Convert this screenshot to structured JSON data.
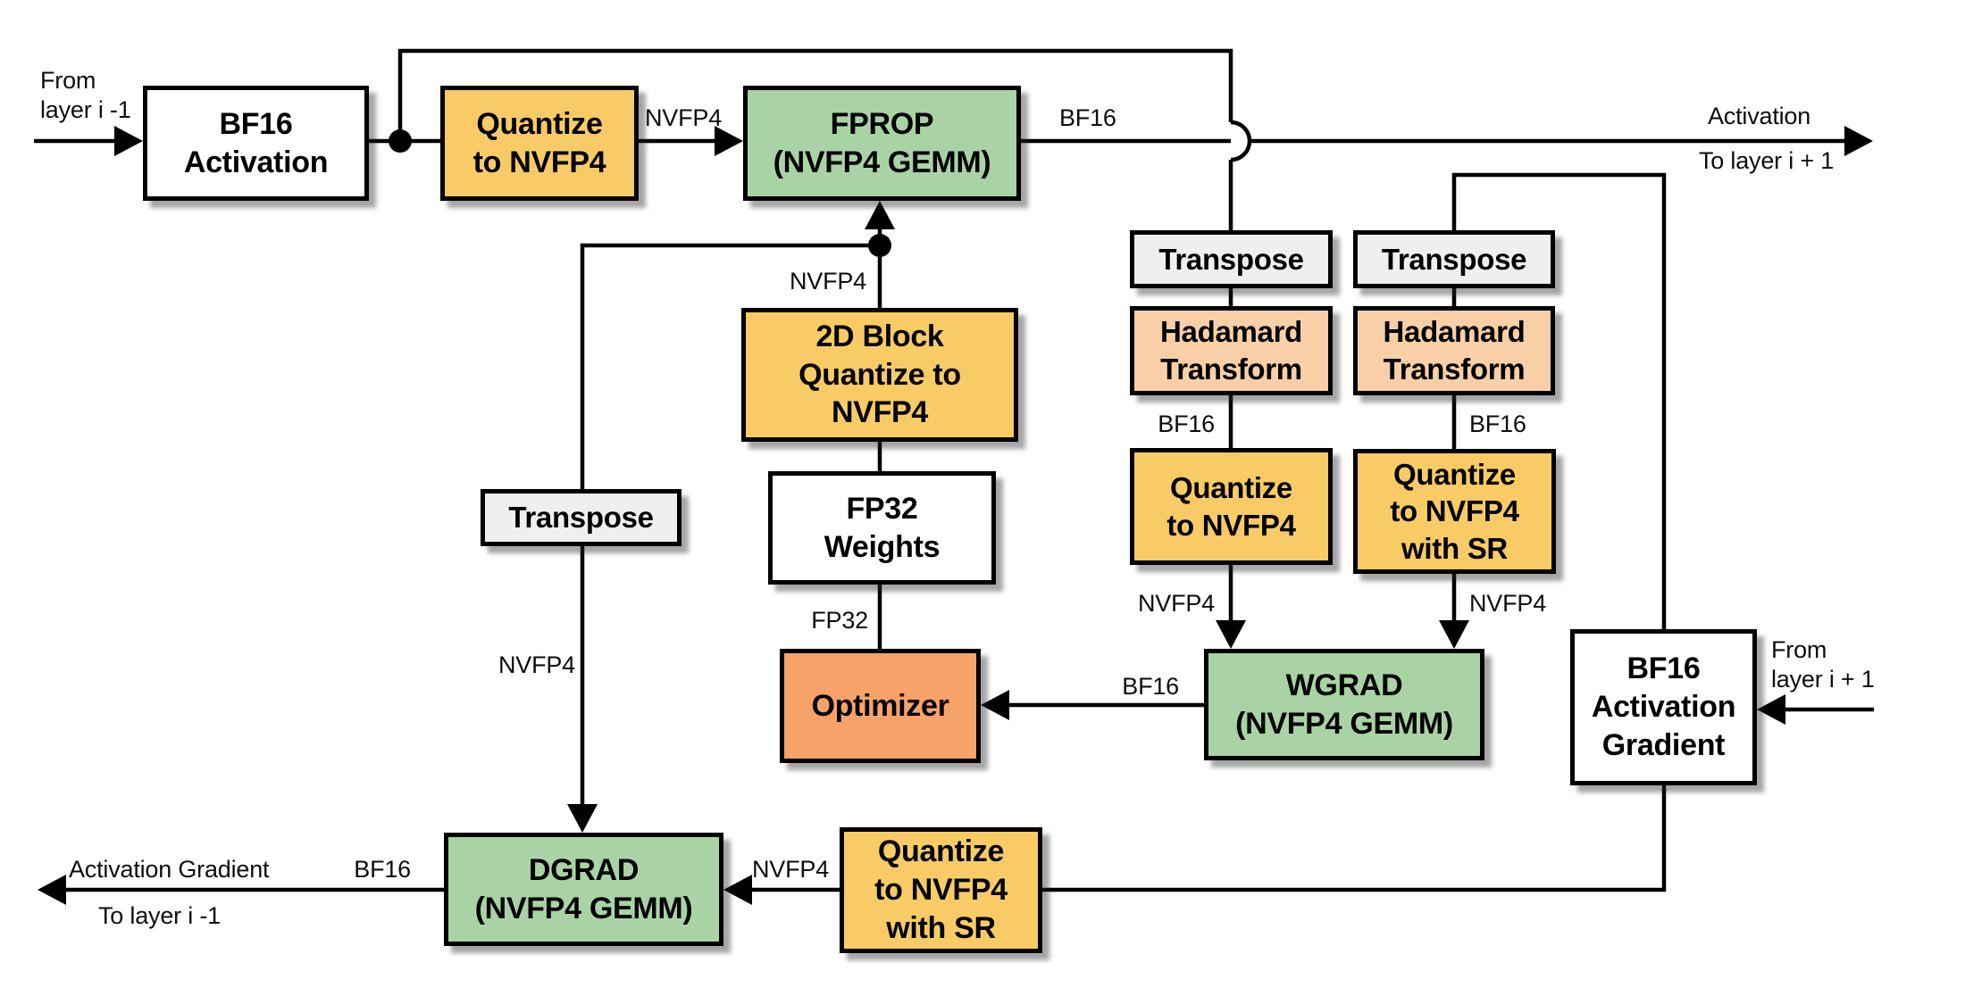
{
  "colors": {
    "yellow": "#F9CB66",
    "green": "#A9D3A4",
    "peach": "#F9CFA7",
    "orange": "#F7A269",
    "gray": "#EFEFEF",
    "white": "#FFFFFF",
    "line": "#000000"
  },
  "boxes": {
    "bf16_activation": {
      "label": "BF16\nActivation",
      "fill": "white"
    },
    "quantize_to_nvfp4_fprop": {
      "label": "Quantize\nto NVFP4",
      "fill": "yellow"
    },
    "fprop": {
      "label": "FPROP\n(NVFP4 GEMM)",
      "fill": "green"
    },
    "transpose_wgrad_left": {
      "label": "Transpose",
      "fill": "gray"
    },
    "transpose_wgrad_right": {
      "label": "Transpose",
      "fill": "gray"
    },
    "hadamard_left": {
      "label": "Hadamard\nTransform",
      "fill": "peach"
    },
    "hadamard_right": {
      "label": "Hadamard\nTransform",
      "fill": "peach"
    },
    "quantize_wgrad_left": {
      "label": "Quantize\nto NVFP4",
      "fill": "yellow"
    },
    "quantize_wgrad_right": {
      "label": "Quantize\nto NVFP4\nwith SR",
      "fill": "yellow"
    },
    "wgrad": {
      "label": "WGRAD\n(NVFP4 GEMM)",
      "fill": "green"
    },
    "bf16_activation_gradient": {
      "label": "BF16\nActivation\nGradient",
      "fill": "white"
    },
    "block_quantize_2d": {
      "label": "2D Block\nQuantize to\nNVFP4",
      "fill": "yellow"
    },
    "fp32_weights": {
      "label": "FP32\nWeights",
      "fill": "white"
    },
    "optimizer": {
      "label": "Optimizer",
      "fill": "orange"
    },
    "transpose_dgrad": {
      "label": "Transpose",
      "fill": "gray"
    },
    "dgrad": {
      "label": "DGRAD\n(NVFP4 GEMM)",
      "fill": "green"
    },
    "quantize_dgrad": {
      "label": "Quantize\nto NVFP4\nwith SR",
      "fill": "yellow"
    }
  },
  "wire_labels": {
    "nvfp4_fprop_in": "NVFP4",
    "bf16_fprop_out": "BF16",
    "nvfp4_weights": "NVFP4",
    "bf16_hadamard_left": "BF16",
    "bf16_hadamard_right": "BF16",
    "nvfp4_wgrad_left": "NVFP4",
    "nvfp4_wgrad_right": "NVFP4",
    "bf16_wgrad_out": "BF16",
    "fp32_weights_out": "FP32",
    "nvfp4_transpose_dgrad": "NVFP4",
    "nvfp4_dgrad_in": "NVFP4",
    "bf16_dgrad_out": "BF16"
  },
  "annotations": {
    "from_layer_prev": "From\nlayer i -1",
    "activation_out": "Activation",
    "to_layer_next": "To layer i + 1",
    "from_layer_next": "From\nlayer i + 1",
    "activation_gradient_out": "Activation Gradient",
    "to_layer_prev": "To layer i -1"
  }
}
